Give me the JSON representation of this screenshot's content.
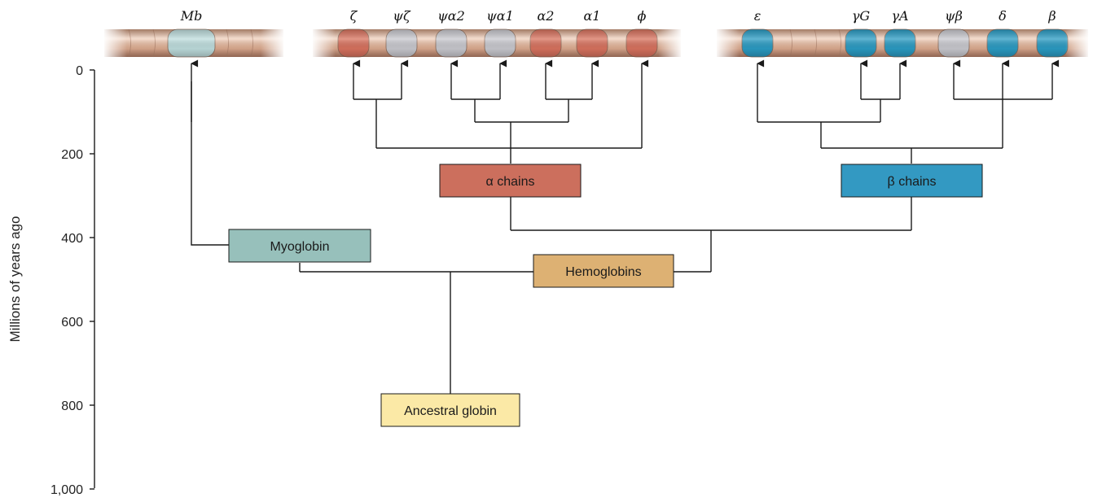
{
  "axis": {
    "title": "Millions of years ago",
    "ticks": [
      "0",
      "200",
      "400",
      "600",
      "800",
      "1,000"
    ]
  },
  "myoglobin_gene": {
    "label": "Mb",
    "color": "#bfdede"
  },
  "alpha_genes": [
    {
      "label": "ζ",
      "kind": "active",
      "color": "#d9735f"
    },
    {
      "label": "ψζ",
      "kind": "pseudogene",
      "color": "#c9c9cf"
    },
    {
      "label": "ψα2",
      "kind": "pseudogene",
      "color": "#c9c9cf"
    },
    {
      "label": "ψα1",
      "kind": "pseudogene",
      "color": "#c9c9cf"
    },
    {
      "label": "α2",
      "kind": "active",
      "color": "#d9735f"
    },
    {
      "label": "α1",
      "kind": "active",
      "color": "#d9735f"
    },
    {
      "label": "ϕ",
      "kind": "active",
      "color": "#d9735f"
    }
  ],
  "beta_genes": [
    {
      "label": "ε",
      "kind": "active",
      "color": "#2b9cc4"
    },
    {
      "label": "γG",
      "kind": "active",
      "color": "#2b9cc4"
    },
    {
      "label": "γA",
      "kind": "active",
      "color": "#2b9cc4"
    },
    {
      "label": "ψβ",
      "kind": "pseudogene",
      "color": "#c9c9cf"
    },
    {
      "label": "δ",
      "kind": "active",
      "color": "#2b9cc4"
    },
    {
      "label": "β",
      "kind": "active",
      "color": "#2b9cc4"
    }
  ],
  "nodes": {
    "ancestral": {
      "label": "Ancestral globin",
      "color": "#fbe9a6"
    },
    "myoglobin": {
      "label": "Myoglobin",
      "color": "#97c0bb"
    },
    "hemoglobins": {
      "label": "Hemoglobins",
      "color": "#ddb173"
    },
    "alpha_chains": {
      "label": "α chains",
      "color": "#cc6f5d"
    },
    "beta_chains": {
      "label": "β chains",
      "color": "#3399c2"
    }
  },
  "colors": {
    "chromosome": "#e8bfa6",
    "chromosome_edge": "#b88a70",
    "line": "#1a1a1a"
  }
}
